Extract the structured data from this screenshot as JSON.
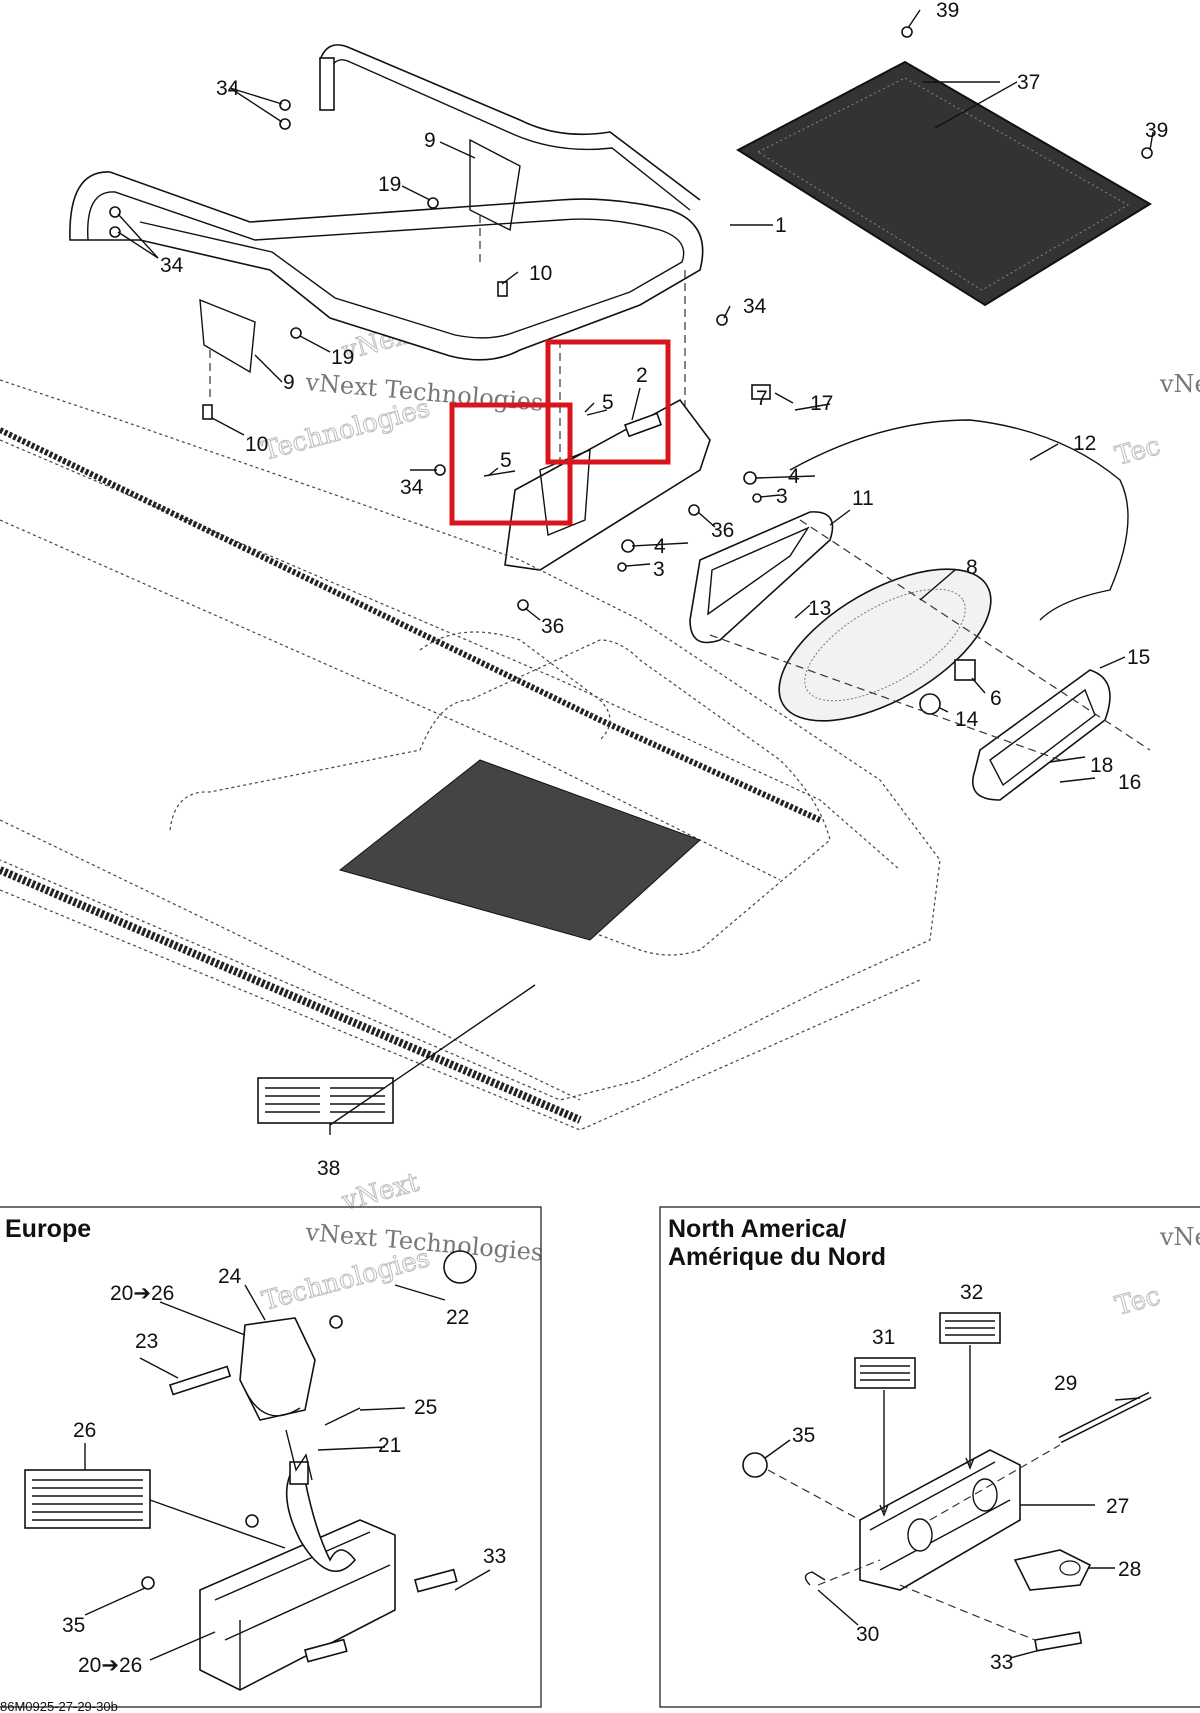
{
  "labels": {
    "n1": "1",
    "n2": "2",
    "n3a": "3",
    "n3b": "3",
    "n4a": "4",
    "n4b": "4",
    "n5a": "5",
    "n5b": "5",
    "n6": "6",
    "n7": "7",
    "n8": "8",
    "n9a": "9",
    "n9b": "9",
    "n10a": "10",
    "n10b": "10",
    "n11": "11",
    "n12": "12",
    "n13": "13",
    "n14": "14",
    "n15": "15",
    "n16": "16",
    "n17": "17",
    "n18": "18",
    "n19a": "19",
    "n19b": "19",
    "n20a": "20➔26",
    "n20b": "20➔26",
    "n21": "21",
    "n22": "22",
    "n23": "23",
    "n24": "24",
    "n25": "25",
    "n26": "26",
    "n27": "27",
    "n28": "28",
    "n29": "29",
    "n30": "30",
    "n31": "31",
    "n32": "32",
    "n33a": "33",
    "n33b": "33",
    "n34a": "34",
    "n34b": "34",
    "n34c": "34",
    "n34d": "34",
    "n35a": "35",
    "n35b": "35",
    "n36a": "36",
    "n36b": "36",
    "n37": "37",
    "n38": "38",
    "n39a": "39",
    "n39b": "39"
  },
  "panels": {
    "europe_title": "Europe",
    "na_title_1": "North America/",
    "na_title_2": "Amérique du Nord"
  },
  "watermark": {
    "line1": "vNext",
    "line2": "vNext Technologies",
    "line3": "Technologies",
    "right_a": "vNe",
    "right_b": "Tec"
  },
  "footer": "86M0925-27-29-30b",
  "colors": {
    "highlight": "#d8141c",
    "ink": "#111111"
  }
}
